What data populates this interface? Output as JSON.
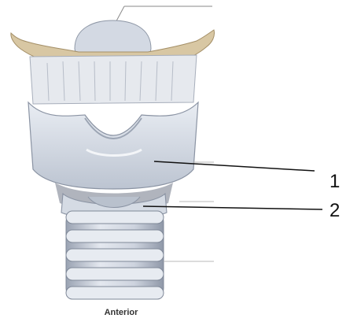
{
  "labels": [
    {
      "id": "1",
      "text": "1"
    },
    {
      "id": "2",
      "text": "2"
    }
  ],
  "caption": "Anterior",
  "colors": {
    "cartilage_light": "#dfe4ec",
    "cartilage_mid": "#c5ccd8",
    "cartilage_shadow": "#9aa3b3",
    "ligament_tan": "#d8c7a3",
    "leader_line": "#111111",
    "faint_line": "#b8b8b8"
  }
}
